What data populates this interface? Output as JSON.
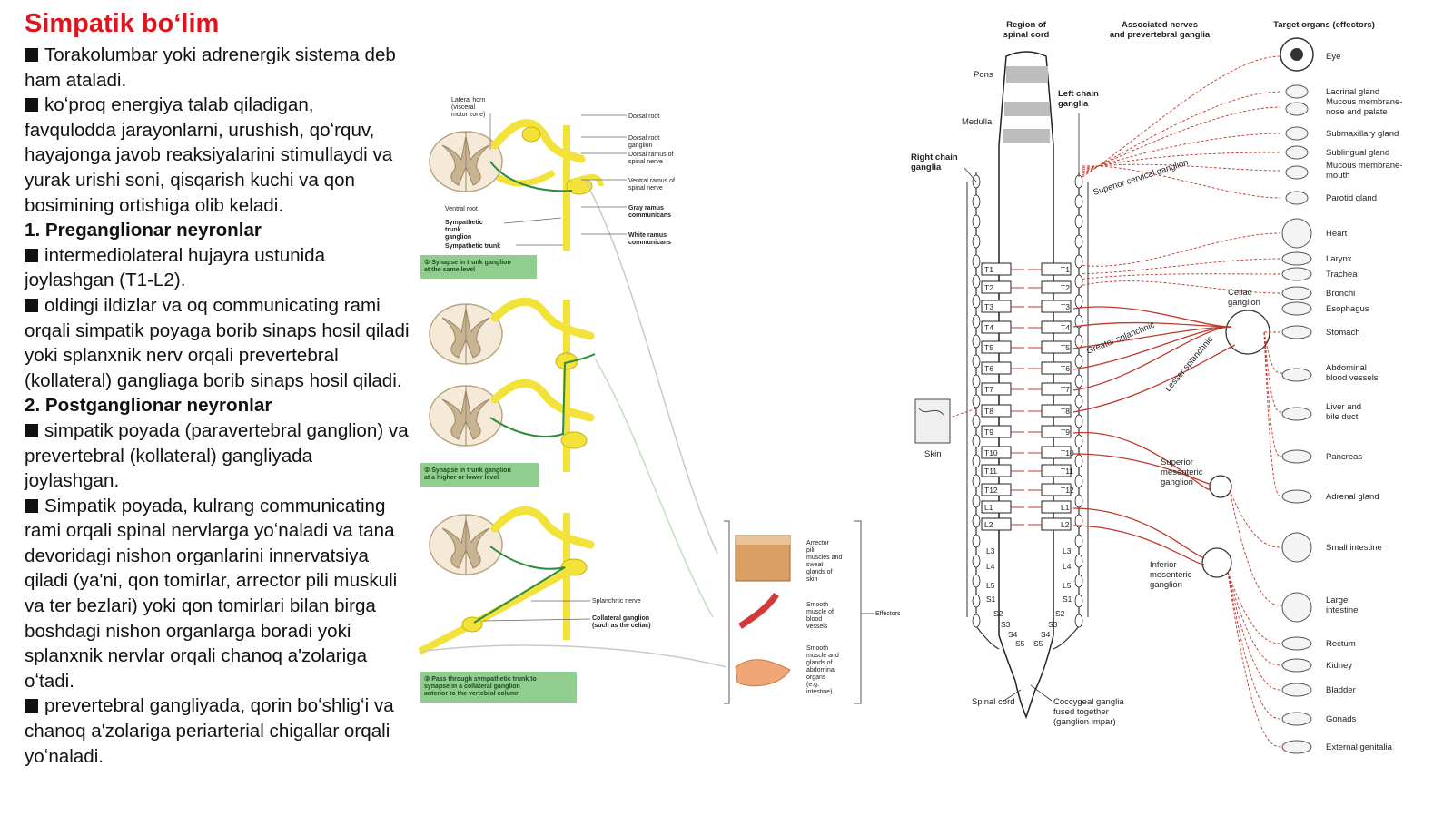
{
  "title": "Simpatik boʻlim",
  "paragraphs": [
    {
      "type": "bullet",
      "text": "Torakolumbar yoki adrenergik sistema deb ham ataladi."
    },
    {
      "type": "bullet",
      "text": "koʻproq energiya talab qiladigan, favqulodda jarayonlarni, urushish, qoʻrquv, hayajonga javob reaksiyalarini stimullaydi va yurak urishi soni, qisqarish kuchi va qon bosimining ortishiga olib keladi."
    },
    {
      "type": "heading",
      "text": "1. Preganglionar neyronlar"
    },
    {
      "type": "bullet",
      "text": "intermediolateral hujayra ustunida joylashgan (T1-L2)."
    },
    {
      "type": "bullet",
      "text": "oldingi ildizlar va oq communicating rami orqali simpatik poyaga borib sinaps hosil qiladi yoki splanxnik nerv orqali prevertebral (kollateral) gangliaga borib sinaps hosil qiladi."
    },
    {
      "type": "heading",
      "text": "2. Postganglionar neyronlar"
    },
    {
      "type": "bullet",
      "text": "simpatik poyada (paravertebral ganglion) va prevertebral (kollateral) gangliyada joylashgan."
    },
    {
      "type": "bullet",
      "text": "Simpatik poyada, kulrang communicating rami orqali spinal nervlarga yoʻnaladi va tana devoridagi nishon organlarini innervatsiya qiladi (ya'ni, qon tomirlar, arrector pili muskuli va ter bezlari) yoki qon tomirlari bilan birga boshdagi nishon organlarga boradi yoki splanxnik nervlar orqali chanoq a'zolariga oʻtadi."
    },
    {
      "type": "bullet",
      "text": "prevertebral gangliyada, qorin boʻshligʻi va chanoq a'zolariga periarterial chigallar orqali yoʻnaladi."
    }
  ],
  "left_diagram": {
    "labels": {
      "lateral_horn": "Lateral horn (visceral motor zone)",
      "dorsal_root": "Dorsal root",
      "dorsal_root_ganglion": "Dorsal root ganglion",
      "dorsal_ramus": "Dorsal ramus of spinal nerve",
      "ventral_ramus": "Ventral ramus of spinal nerve",
      "gray_ramus": "Gray ramus communicans",
      "white_ramus": "White ramus communicans",
      "ventral_root": "Ventral root",
      "trunk_ganglion": "Sympathetic trunk ganglion",
      "sympathetic_trunk": "Sympathetic trunk",
      "splanchnic_nerve": "Splanchnic nerve",
      "collateral_ganglion": "Collateral ganglion (such as the celiac)"
    },
    "panels": [
      "① Synapse in trunk ganglion at the same level",
      "② Synapse in trunk ganglion at a higher or lower level",
      "③ Pass through sympathetic trunk to synapse in a collateral ganglion anterior to the vertebral column"
    ],
    "effectors": [
      "Arrector pili muscles and sweat glands of skin",
      "Smooth muscle of blood vessels",
      "Smooth muscle and glands of abdominal organs (e.g. intestine)"
    ],
    "effectors_label": "Effectors"
  },
  "right_diagram": {
    "headers": [
      "Region of spinal cord",
      "Associated nerves and prevertebral ganglia",
      "Target organs (effectors)"
    ],
    "brain_labels": [
      "Pons",
      "Medulla"
    ],
    "chain_labels": {
      "right": "Right chain ganglia",
      "left": "Left chain ganglia"
    },
    "segments": [
      "T1",
      "T2",
      "T3",
      "T4",
      "T5",
      "T6",
      "T7",
      "T8",
      "T9",
      "T10",
      "T11",
      "T12",
      "L1",
      "L2",
      "L3",
      "L4",
      "L5",
      "S1",
      "S2",
      "S3",
      "S4",
      "S5"
    ],
    "nerve_labels": {
      "superior_cervical": "Superior cervical ganglion",
      "greater_splanchnic": "Greater splanchnic",
      "lesser_splanchnic": "Lesser splanchnic",
      "celiac": "Celiac ganglion",
      "superior_mesenteric": "Superior mesenteric ganglion",
      "inferior_mesenteric": "Inferior mesenteric ganglion",
      "skin": "Skin",
      "spinal_cord": "Spinal cord",
      "coccygeal": "Coccygeal ganglia fused together (ganglion impar)"
    },
    "organs": [
      "Eye",
      "Lacrinal gland",
      "Mucous membrane-nose and palate",
      "Submaxillary gland",
      "Sublingual gland",
      "Mucous membrane-mouth",
      "Parotid gland",
      "Heart",
      "Larynx",
      "Trachea",
      "Bronchi",
      "Esophagus",
      "Stomach",
      "Abdominal blood vessels",
      "Liver and bile duct",
      "Pancreas",
      "Adrenal gland",
      "Small intestine",
      "Large intestine",
      "Rectum",
      "Kidney",
      "Bladder",
      "Gonads",
      "External genitalia"
    ],
    "colors": {
      "nerve": "#c0392b",
      "yellow": "#f2e23a",
      "green_box": "#8fce8f",
      "title": "#e0141c"
    }
  }
}
